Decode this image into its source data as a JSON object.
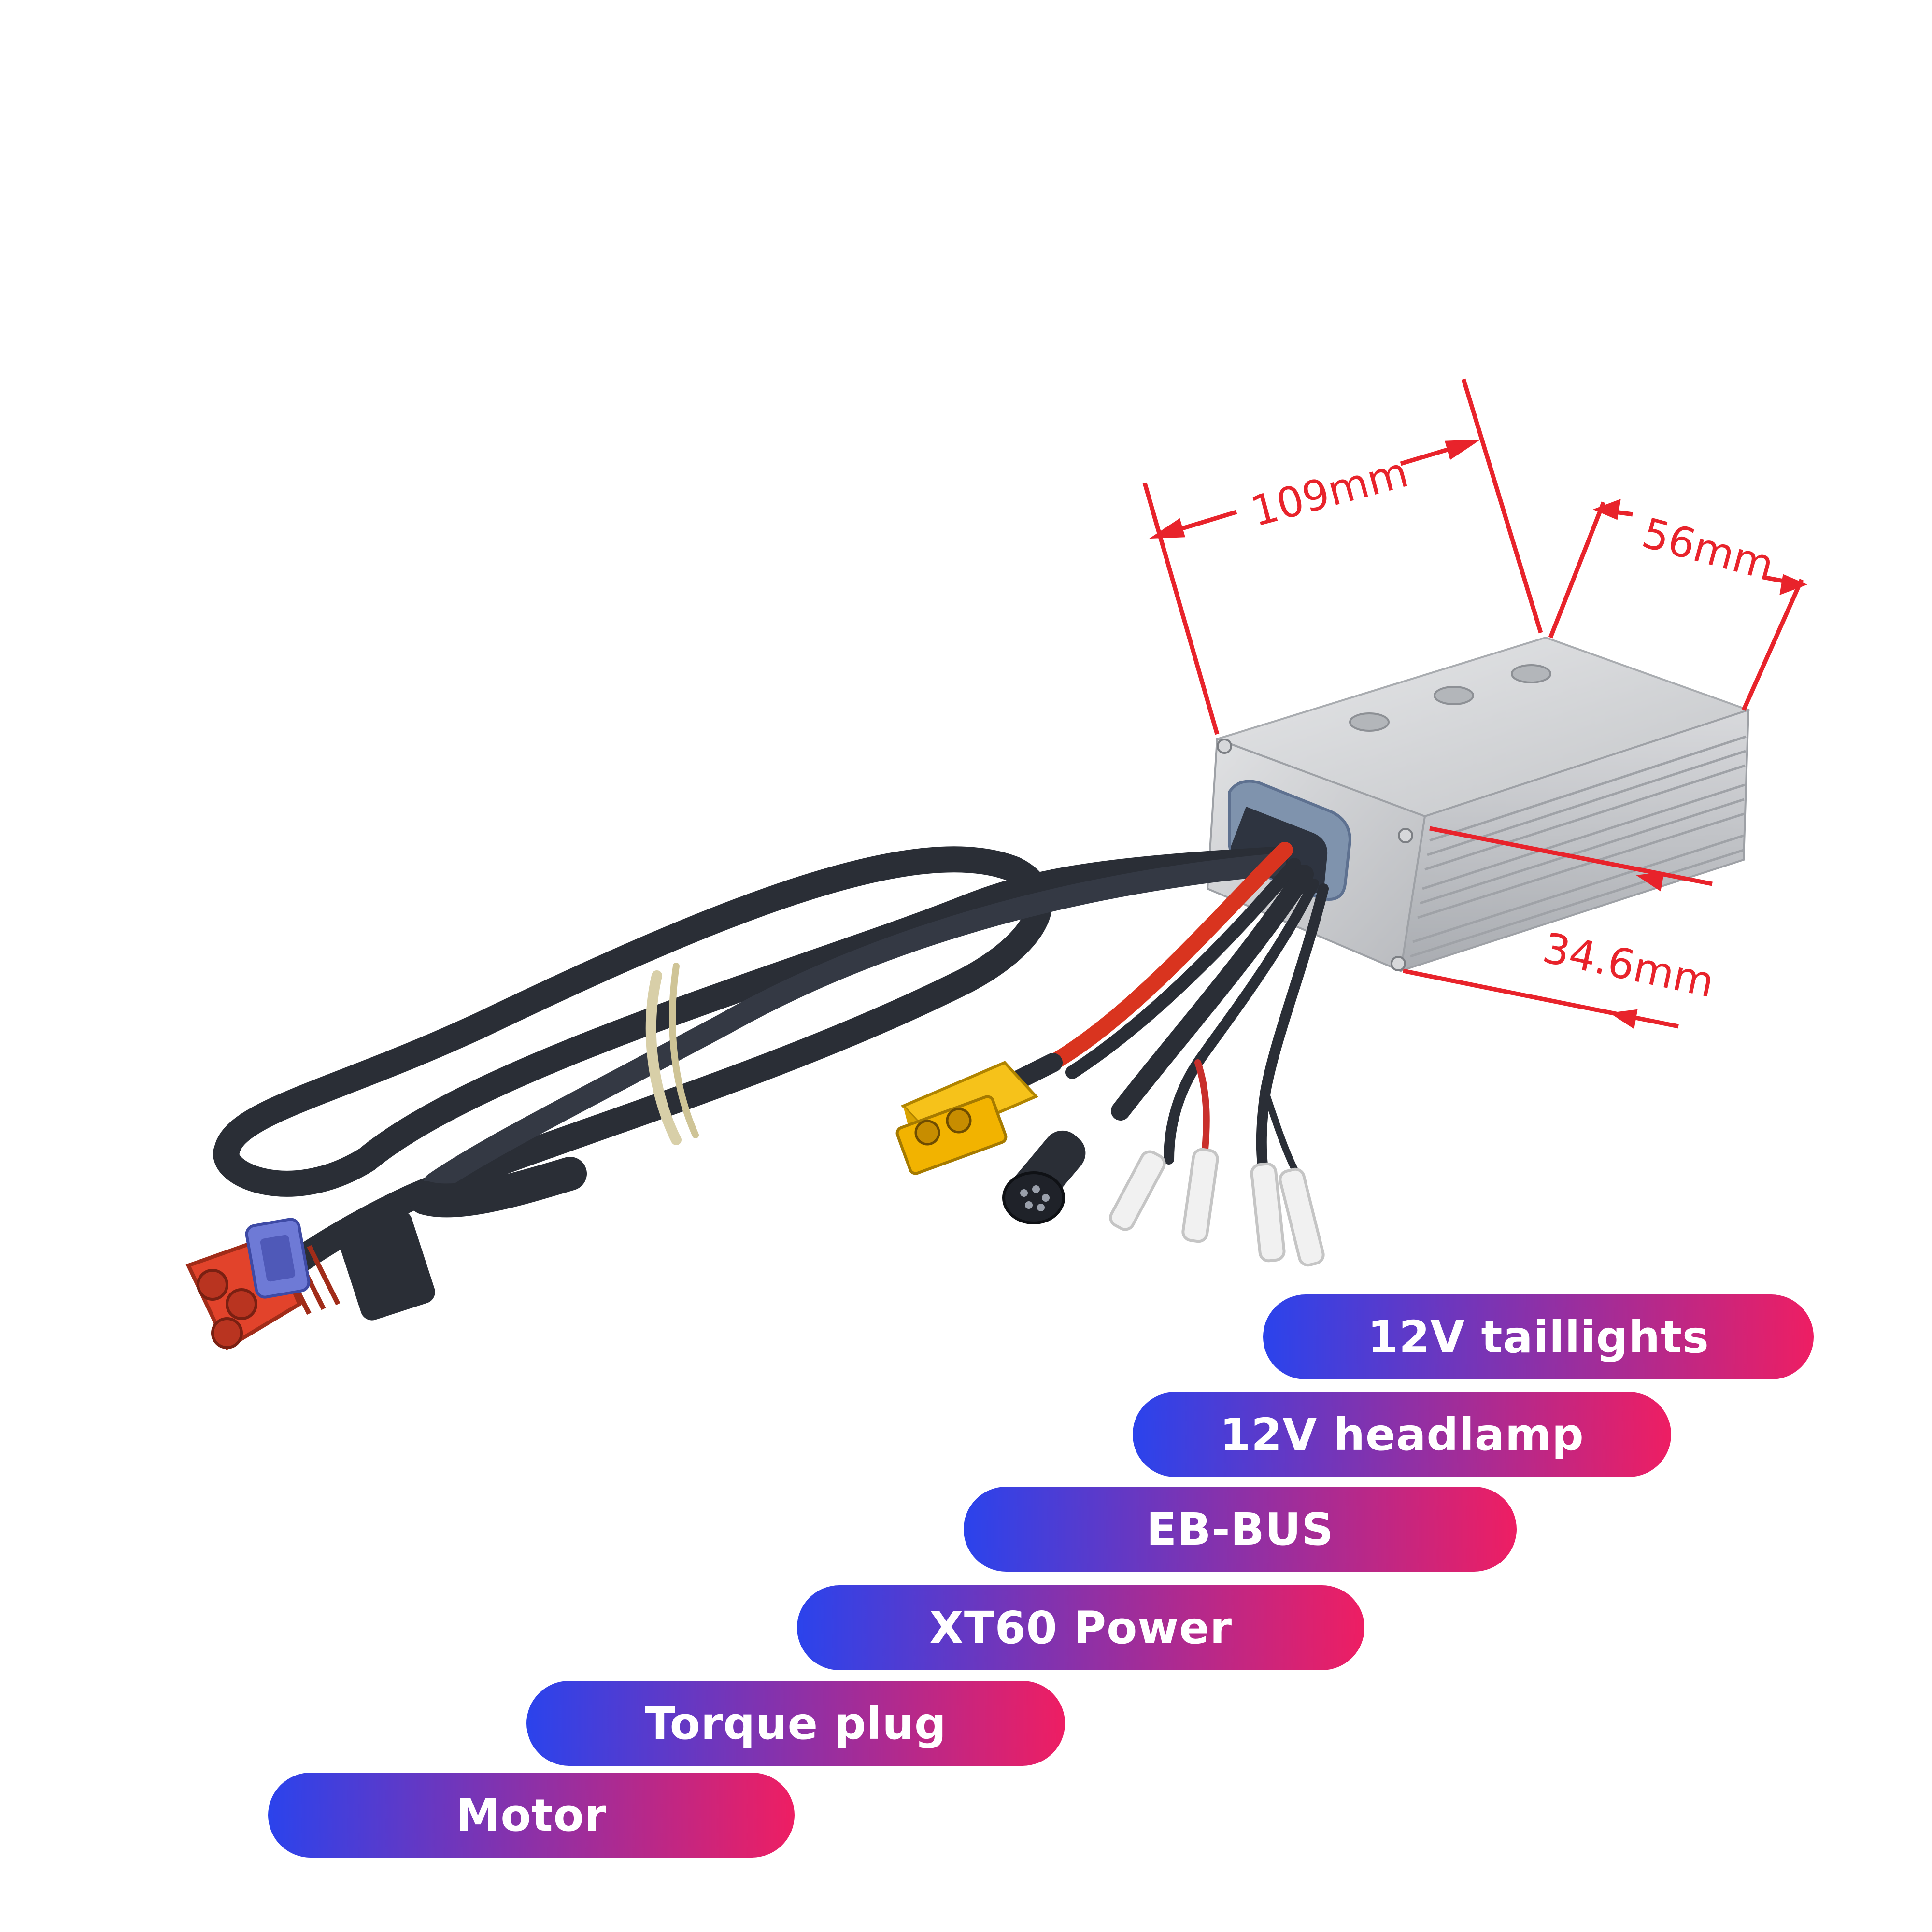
{
  "colors": {
    "pill_start": "#2b43ec",
    "pill_end": "#ee1e63",
    "dimension_red": "#e8232b",
    "housing": "#c9cbce",
    "cable": "#2a2e36",
    "xt60_yellow": "#f2b300",
    "motor_plug_red": "#e2432b"
  },
  "dimensions": {
    "length": "109mm",
    "width": "56mm",
    "height": "34.6mm"
  },
  "labels": [
    "12V taillights",
    "12V headlamp",
    "EB-BUS",
    "XT60 Power",
    "Torque plug",
    "Motor"
  ]
}
